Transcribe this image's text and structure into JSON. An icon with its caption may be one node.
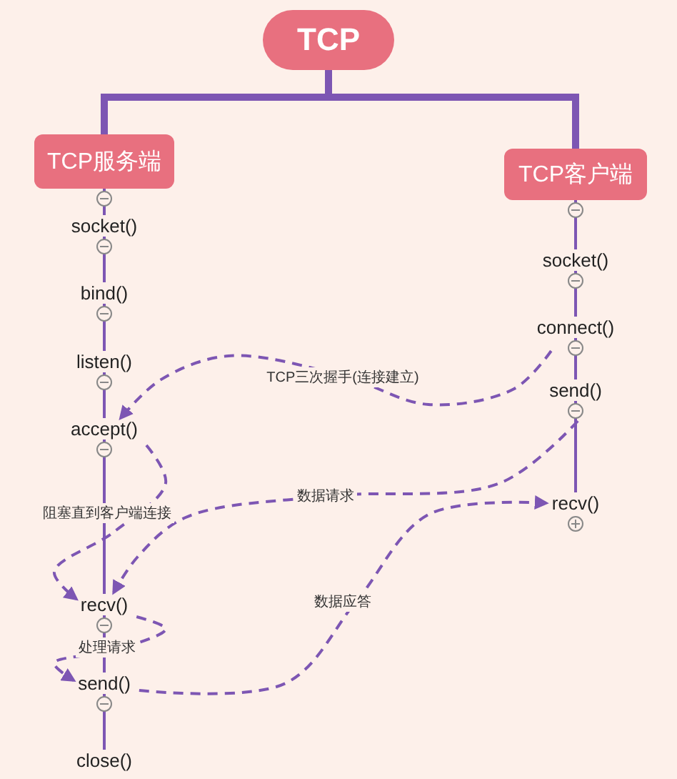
{
  "diagram": {
    "nodes": [
      {
        "text": [
          "TCP"
        ]
      },
      {
        "text": [
          "TCP服务端"
        ]
      },
      {
        "text": [
          "TCP客户端"
        ]
      },
      {
        "text": [
          "socket()"
        ]
      },
      {
        "text": [
          "bind()"
        ]
      },
      {
        "text": [
          "listen()"
        ]
      },
      {
        "text": [
          "accept()"
        ]
      },
      {
        "text": [
          "recv()"
        ]
      },
      {
        "text": [
          "send()"
        ]
      },
      {
        "text": [
          "close()"
        ]
      },
      {
        "text": [
          "socket()"
        ]
      },
      {
        "text": [
          "connect()"
        ]
      },
      {
        "text": [
          "send()"
        ]
      },
      {
        "text": [
          "recv()"
        ]
      }
    ],
    "edges": [
      {
        "from": 0,
        "to": 1,
        "arrow": "none",
        "style": "thick"
      },
      {
        "from": 0,
        "to": 2,
        "arrow": "none",
        "style": "thick"
      },
      {
        "from": 1,
        "to": 3,
        "arrow": "none"
      },
      {
        "from": 3,
        "to": 4,
        "arrow": "none"
      },
      {
        "from": 4,
        "to": 5,
        "arrow": "none"
      },
      {
        "from": 5,
        "to": 6,
        "arrow": "none"
      },
      {
        "from": 6,
        "to": 7,
        "arrow": "none"
      },
      {
        "from": 7,
        "to": 8,
        "arrow": "none"
      },
      {
        "from": 8,
        "to": 9,
        "arrow": "none"
      },
      {
        "from": 2,
        "to": 10,
        "arrow": "none"
      },
      {
        "from": 10,
        "to": 11,
        "arrow": "none"
      },
      {
        "from": 11,
        "to": 12,
        "arrow": "none"
      },
      {
        "from": 12,
        "to": 13,
        "arrow": "none"
      },
      {
        "from": 11,
        "to": 6,
        "arrow": "to",
        "style": "dashed",
        "label": "TCP三次握手(连接建立)"
      },
      {
        "from": 6,
        "to": 7,
        "arrow": "to",
        "style": "dashed",
        "label": "阻塞直到客户端连接"
      },
      {
        "from": 12,
        "to": 7,
        "arrow": "to",
        "style": "dashed",
        "label": "数据请求"
      },
      {
        "from": 7,
        "to": 8,
        "arrow": "to",
        "style": "dashed",
        "label": "处理请求"
      },
      {
        "from": 8,
        "to": 13,
        "arrow": "to",
        "style": "dashed",
        "label": "数据应答"
      }
    ]
  }
}
